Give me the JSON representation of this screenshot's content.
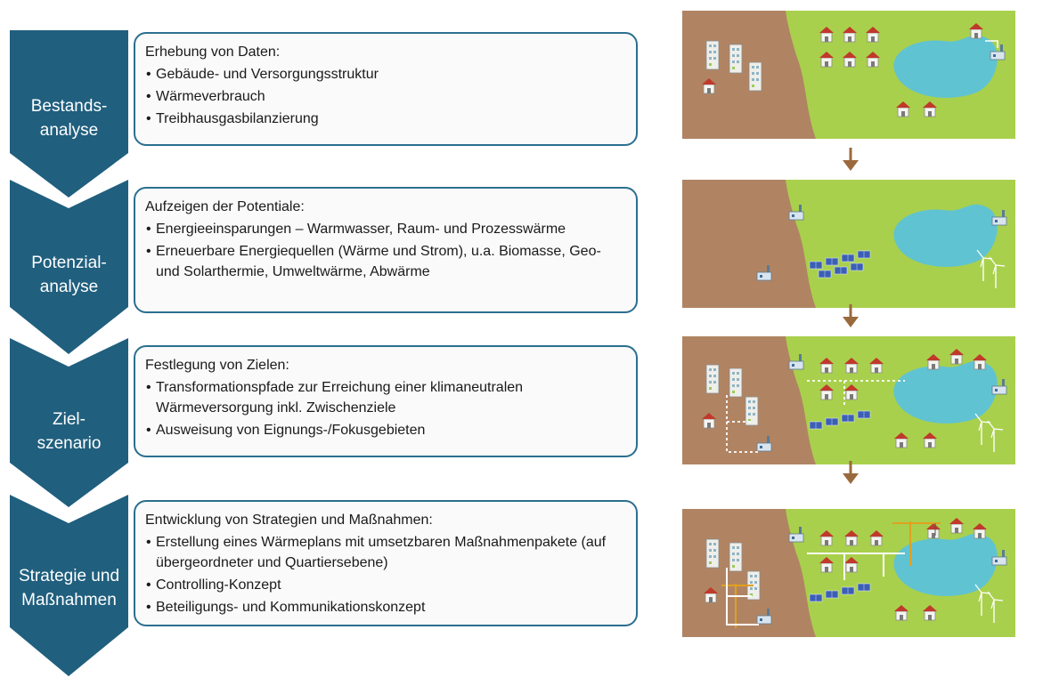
{
  "stages": [
    {
      "label": "Bestands-\nanalyse",
      "title": "Erhebung von Daten:",
      "items": [
        "Gebäude- und Versorgungsstruktur",
        "Wärmeverbrauch",
        "Treibhausgasbilanzierung"
      ]
    },
    {
      "label": "Potenzial-\nanalyse",
      "title": "Aufzeigen der Potentiale:",
      "items": [
        "Energieeinsparungen – Warmwasser, Raum- und Prozesswärme",
        "Erneuerbare Energiequellen (Wärme und Strom), u.a. Biomasse, Geo- und Solarthermie, Umweltwärme, Abwärme"
      ]
    },
    {
      "label": "Ziel-\nszenario",
      "title": "Festlegung von Zielen:",
      "items": [
        "Transformationspfade zur Erreichung einer klimaneutralen Wärmeversorgung inkl. Zwischenziele",
        "Ausweisung von Eignungs-/Fokusgebieten"
      ]
    },
    {
      "label": "Strategie und\nMaßnahmen",
      "title": "Entwicklung von Strategien und Maßnahmen:",
      "items": [
        "Erstellung eines Wärmeplans mit umsetzbaren Maßnahmenpakete (auf übergeordneter und Quartiersebene)",
        "Controlling-Konzept",
        "Beteiligungs- und Kommunikationskonzept"
      ]
    }
  ],
  "colors": {
    "chevron": "#205f7e",
    "card_border": "#2b6f8f",
    "arrow": "#9a6a3c",
    "earth": "#b08463",
    "grass": "#a9d04c",
    "lake": "#60c3d2"
  }
}
